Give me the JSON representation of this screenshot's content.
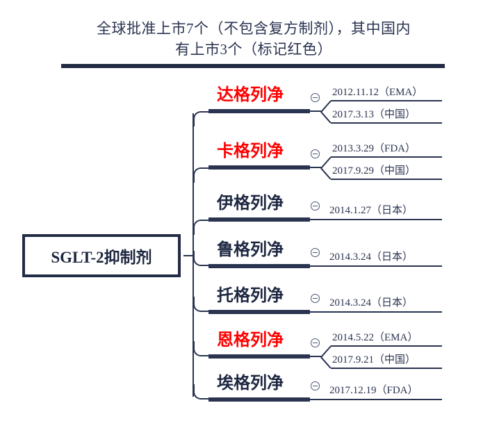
{
  "title": {
    "line1": "全球批准上市7个（不包含复方制剂），其中国内",
    "line2": "有上市3个（标记红色）"
  },
  "root": {
    "label": "SGLT-2抑制剂"
  },
  "colors": {
    "navy": "#222b44",
    "text_navy": "#2a3350",
    "highlight_red": "#ff0000",
    "background": "#ffffff"
  },
  "legend": {
    "red_meaning": "标记红色",
    "total_approved": 7,
    "china_approved": 3
  },
  "branches": [
    {
      "name": "达格列净",
      "highlighted": true,
      "collapse_icon": "minus-circle-icon",
      "dates": [
        {
          "text": "2012.11.12（EMA）"
        },
        {
          "text": "2017.3.13（中国）"
        }
      ]
    },
    {
      "name": "卡格列净",
      "highlighted": true,
      "collapse_icon": "minus-circle-icon",
      "dates": [
        {
          "text": "2013.3.29（FDA）"
        },
        {
          "text": "2017.9.29（中国）"
        }
      ]
    },
    {
      "name": "伊格列净",
      "highlighted": false,
      "collapse_icon": "minus-circle-icon",
      "dates": [
        {
          "text": "2014.1.27（日本）"
        }
      ]
    },
    {
      "name": "鲁格列净",
      "highlighted": false,
      "collapse_icon": "minus-circle-icon",
      "dates": [
        {
          "text": "2014.3.24（日本）"
        }
      ]
    },
    {
      "name": "托格列净",
      "highlighted": false,
      "collapse_icon": "minus-circle-icon",
      "dates": [
        {
          "text": "2014.3.24（日本）"
        }
      ]
    },
    {
      "name": "恩格列净",
      "highlighted": true,
      "collapse_icon": "minus-circle-icon",
      "dates": [
        {
          "text": "2014.5.22（EMA）"
        },
        {
          "text": "2017.9.21（中国）"
        }
      ]
    },
    {
      "name": "埃格列净",
      "highlighted": false,
      "collapse_icon": "minus-circle-icon",
      "dates": [
        {
          "text": "2017.12.19（FDA）"
        }
      ]
    }
  ]
}
